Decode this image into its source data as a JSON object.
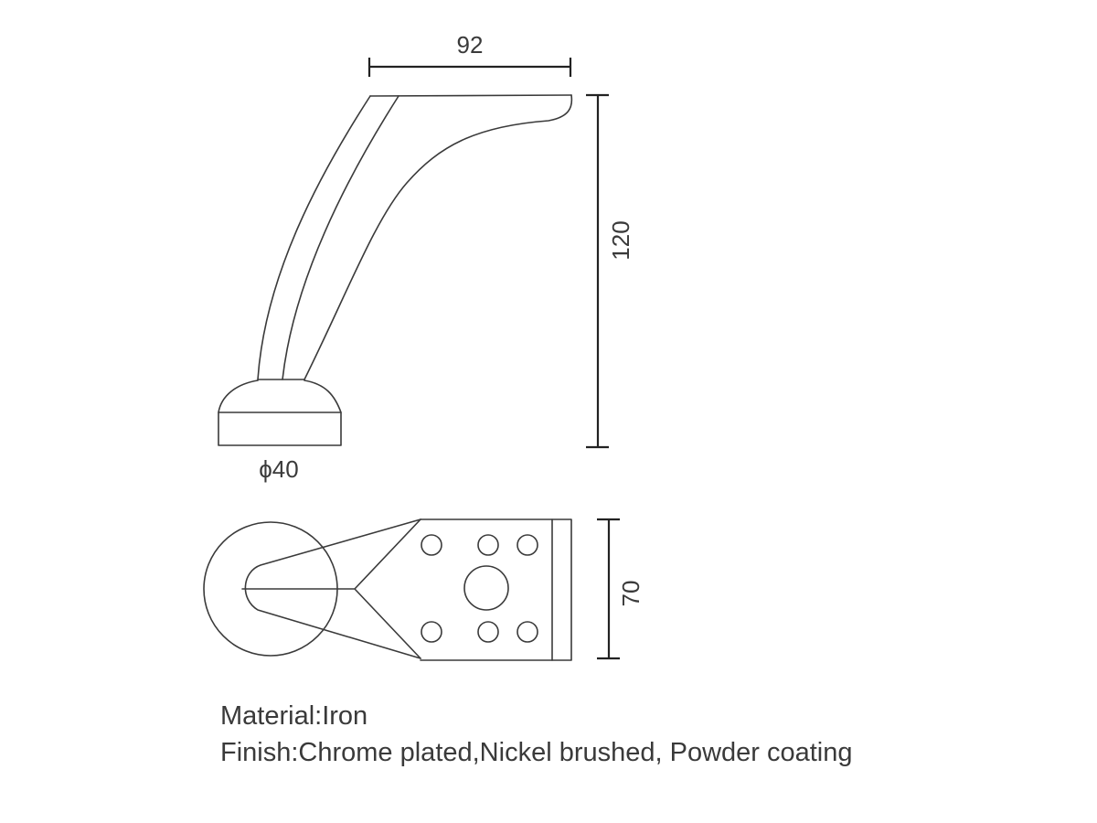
{
  "dimensions": {
    "width": "92",
    "height": "120",
    "base_diameter": "ϕ40",
    "plate_width": "70"
  },
  "specs": {
    "material": "Material:Iron",
    "finish": "Finish:Chrome plated,Nickel brushed, Powder coating"
  },
  "colors": {
    "line": "#3a3a3a",
    "background": "#ffffff"
  }
}
